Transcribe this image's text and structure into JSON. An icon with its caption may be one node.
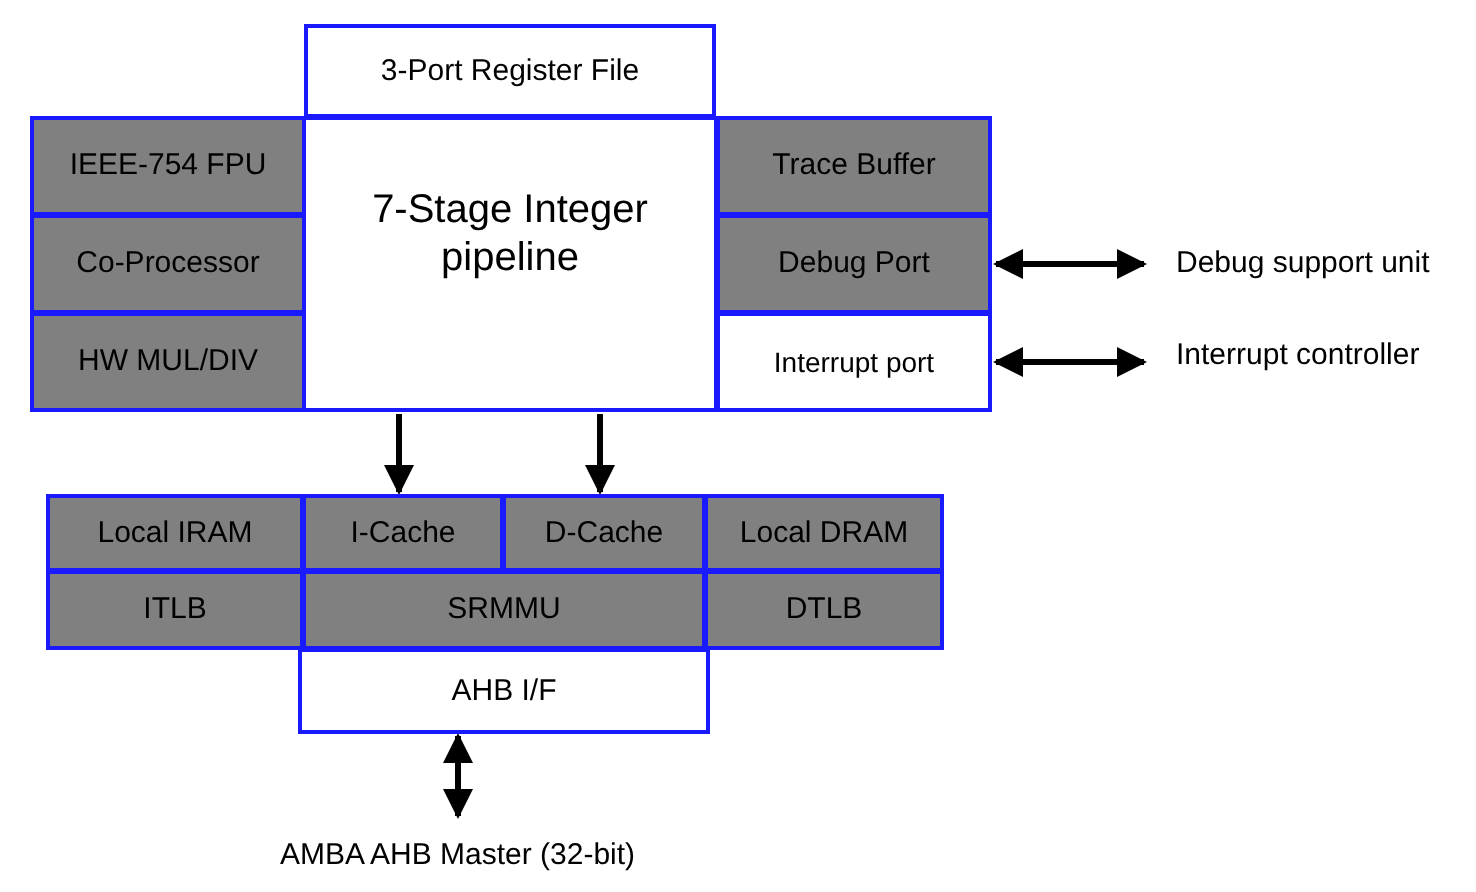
{
  "diagram": {
    "nodes": [
      {
        "text": [
          "3-Port Register File"
        ]
      },
      {
        "text": [
          "IEEE-754 FPU"
        ]
      },
      {
        "text": [
          "Co-Processor"
        ]
      },
      {
        "text": [
          "HW MUL/DIV"
        ]
      },
      {
        "text": [
          "7-Stage Integer pipeline"
        ]
      },
      {
        "text": [
          "Trace Buffer"
        ]
      },
      {
        "text": [
          "Debug Port"
        ]
      },
      {
        "text": [
          "Interrupt port"
        ]
      },
      {
        "text": [
          "Debug support unit"
        ]
      },
      {
        "text": [
          "Interrupt controller"
        ]
      },
      {
        "text": [
          "Local IRAM"
        ]
      },
      {
        "text": [
          "I-Cache"
        ]
      },
      {
        "text": [
          "D-Cache"
        ]
      },
      {
        "text": [
          "Local DRAM"
        ]
      },
      {
        "text": [
          "ITLB"
        ]
      },
      {
        "text": [
          "SRMMU"
        ]
      },
      {
        "text": [
          "DTLB"
        ]
      },
      {
        "text": [
          "AHB I/F"
        ]
      },
      {
        "text": [
          "AMBA AHB Master (32-bit)"
        ]
      }
    ],
    "edges": [
      {
        "from": 6,
        "to": 8,
        "arrow": "both"
      },
      {
        "from": 7,
        "to": 9,
        "arrow": "both"
      },
      {
        "from": 4,
        "to": 11,
        "arrow": "to"
      },
      {
        "from": 4,
        "to": 12,
        "arrow": "to"
      },
      {
        "from": 17,
        "to": 18,
        "arrow": "both"
      }
    ]
  }
}
